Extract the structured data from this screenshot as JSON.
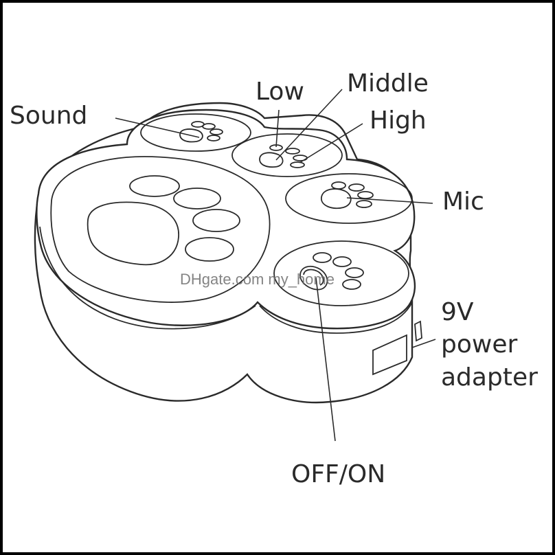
{
  "labels": {
    "sound": "Sound",
    "low": "Low",
    "middle": "Middle",
    "high": "High",
    "mic": "Mic",
    "voltage": "9V",
    "power": "power",
    "adapter": "adapter",
    "offon": "OFF/ON"
  },
  "watermark": "DHgate.com my_home",
  "colors": {
    "line": "#2a2a2a",
    "background": "#ffffff",
    "frame": "#000000",
    "watermark": "#6f6f6f"
  }
}
